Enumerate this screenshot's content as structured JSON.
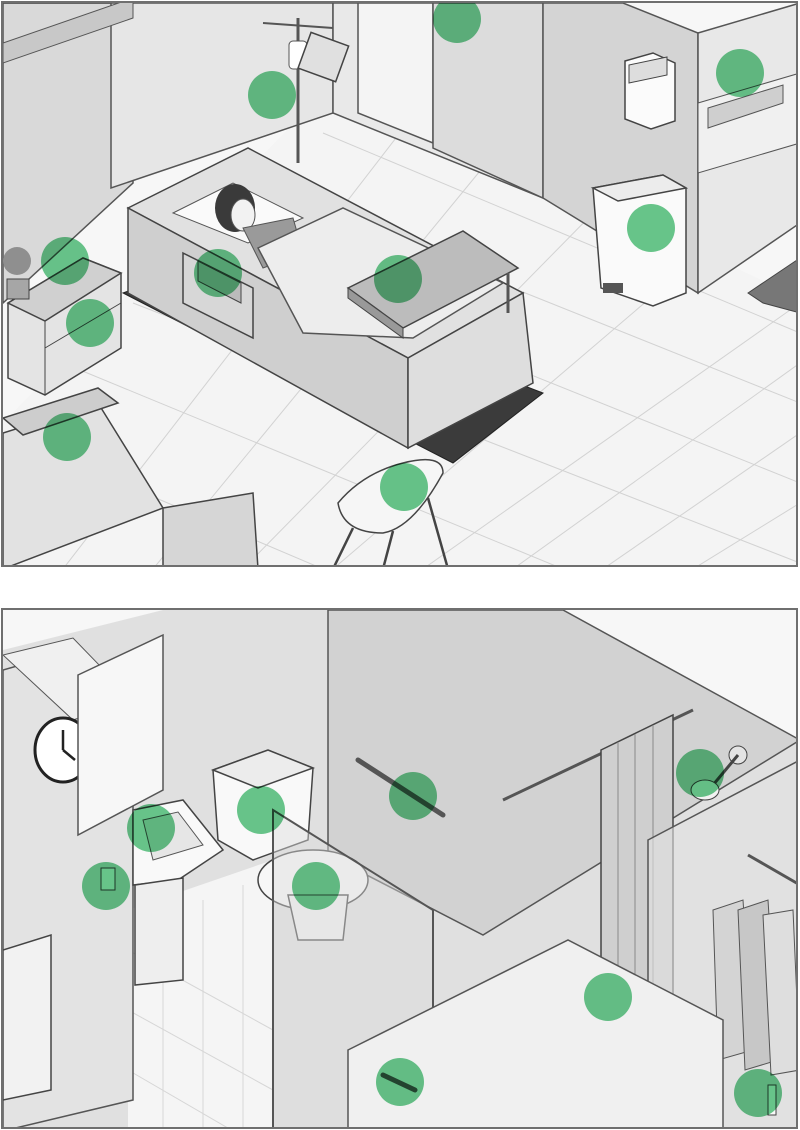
{
  "colors": {
    "hotspot": "#3fb96c",
    "panel_border": "#6f6f6f",
    "wall": "#d6d6d6",
    "wall_dark": "#bdbdbd",
    "floor": "#f2f2f2",
    "line": "#4a4a4a"
  },
  "panels": [
    {
      "name": "patient-room",
      "hotspots": [
        {
          "name": "door-handle-hotspot",
          "icon": "door-handle-icon"
        },
        {
          "name": "iv-pole-hotspot",
          "icon": "iv-pole-icon"
        },
        {
          "name": "sink-hotspot",
          "icon": "sink-icon"
        },
        {
          "name": "paper-towel-dispenser-hotspot",
          "icon": "dispenser-icon"
        },
        {
          "name": "nightstand-hotspot",
          "icon": "nightstand-icon"
        },
        {
          "name": "call-button-hotspot",
          "icon": "call-button-icon"
        },
        {
          "name": "bed-rail-hotspot",
          "icon": "bed-rail-icon"
        },
        {
          "name": "overbed-table-hotspot",
          "icon": "overbed-table-icon"
        },
        {
          "name": "waste-bin-hotspot",
          "icon": "waste-bin-icon"
        },
        {
          "name": "drawer-hotspot",
          "icon": "drawer-icon"
        },
        {
          "name": "sofa-armrest-hotspot",
          "icon": "sofa-icon"
        },
        {
          "name": "chair-hotspot",
          "icon": "chair-icon"
        }
      ]
    },
    {
      "name": "bathroom",
      "hotspots": [
        {
          "name": "faucet-hotspot",
          "icon": "faucet-icon"
        },
        {
          "name": "light-switch-hotspot",
          "icon": "light-switch-icon"
        },
        {
          "name": "toilet-flush-hotspot",
          "icon": "flush-handle-icon"
        },
        {
          "name": "toilet-seat-hotspot",
          "icon": "toilet-icon"
        },
        {
          "name": "grab-bar-hotspot",
          "icon": "grab-bar-icon"
        },
        {
          "name": "shower-head-hotspot",
          "icon": "shower-head-icon"
        },
        {
          "name": "tub-grab-bar-hotspot",
          "icon": "tub-grab-bar-icon"
        },
        {
          "name": "towel-bar-hotspot",
          "icon": "towel-bar-icon"
        },
        {
          "name": "closet-handle-hotspot",
          "icon": "closet-handle-icon"
        }
      ]
    }
  ]
}
